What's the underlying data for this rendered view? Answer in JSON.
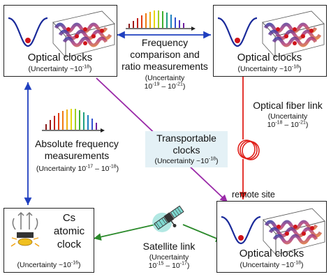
{
  "nodes": {
    "top_left": {
      "title": "Optical clocks",
      "unc_prefix": "(Uncertainty ~10",
      "unc_exp": "-18",
      "unc_suffix": ")"
    },
    "top_right": {
      "title": "Optical clocks",
      "unc_prefix": "(Uncertainty ~10",
      "unc_exp": "-18",
      "unc_suffix": ")"
    },
    "bottom_right": {
      "title": "Optical clocks",
      "unc_prefix": "(Uncertainty ~10",
      "unc_exp": "-18",
      "unc_suffix": ")",
      "site_label": "remote site"
    },
    "cesium": {
      "line1": "Cs",
      "line2": "atomic",
      "line3": "clock",
      "unc_prefix": "(Uncertainty ~10",
      "unc_exp": "-16",
      "unc_suffix": ")"
    }
  },
  "links": {
    "frequency_comparison": {
      "line1": "Frequency",
      "line2": "comparison and",
      "line3": "ratio measurements",
      "unc_line": "(Uncertainty",
      "range_base1": "10",
      "range_exp1": "-19",
      "range_sep": " – 10",
      "range_exp2": "-21",
      "range_end": ")"
    },
    "fiber": {
      "line1": "Optical fiber link",
      "unc_line": "(Uncertainty",
      "range_base1": "10",
      "range_exp1": "-18",
      "range_sep": " – 10",
      "range_exp2": "-21",
      "range_end": ")"
    },
    "absolute": {
      "line1": "Absolute frequency",
      "line2": "measurements",
      "unc_prefix": "(Uncertainty 10",
      "exp1": "-17",
      "sep": " – 10",
      "exp2": "-18",
      "end": ")"
    },
    "transportable": {
      "line1": "Transportable",
      "line2": "clocks",
      "unc_prefix": "(Uncertainty ~10",
      "unc_exp": "-18",
      "unc_suffix": ")"
    },
    "satellite": {
      "line1": "Satellite link",
      "unc_line": "(Uncertainty",
      "range_base1": "10",
      "range_exp1": "-15",
      "range_sep": " – 10",
      "range_exp2": "-17",
      "range_end": ")"
    }
  },
  "colors": {
    "frequency_link": "#1f3fbf",
    "absolute_link": "#1f3fbf",
    "fiber_link": "#e0201a",
    "transportable_link": "#9a2aa8",
    "satellite_link": "#2b8a2b",
    "well_line": "#1a2a9a",
    "atom_dot": "#d0141a",
    "transportable_box": "#e4f1f6",
    "satellite_panel": "#7fd8d0"
  },
  "icons": [
    "potential-well-icon",
    "optical-lattice-icon",
    "frequency-comb-icon",
    "fiber-coil-icon",
    "satellite-icon",
    "cesium-atom-icon"
  ]
}
